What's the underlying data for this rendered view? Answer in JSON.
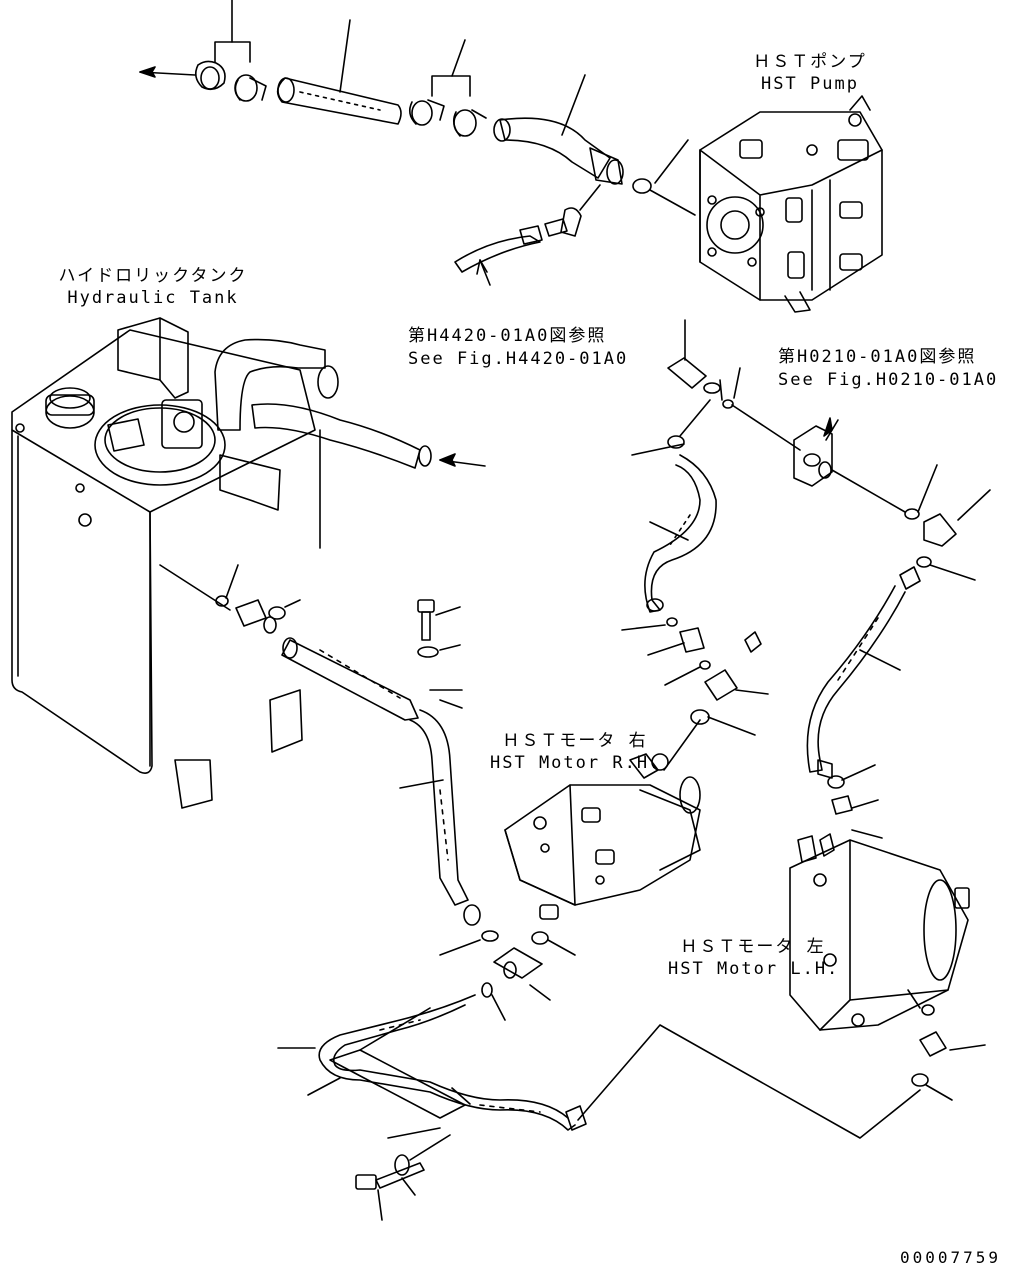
{
  "labels": {
    "hst_pump": {
      "jp": "ＨＳＴポンプ",
      "en": "HST Pump"
    },
    "hydraulic_tank": {
      "jp": "ハイドロリックタンク",
      "en": "Hydraulic Tank"
    },
    "ref_h4420": {
      "jp": "第H4420-01A0図参照",
      "en": "See Fig.H4420-01A0"
    },
    "ref_h0210": {
      "jp": "第H0210-01A0図参照",
      "en": "See Fig.H0210-01A0"
    },
    "hst_motor_rh": {
      "jp": "ＨＳＴモータ 右",
      "en": "HST Motor R.H."
    },
    "hst_motor_lh": {
      "jp": "ＨＳＴモータ 左",
      "en": "HST Motor L.H."
    }
  },
  "document_number": "00007759"
}
